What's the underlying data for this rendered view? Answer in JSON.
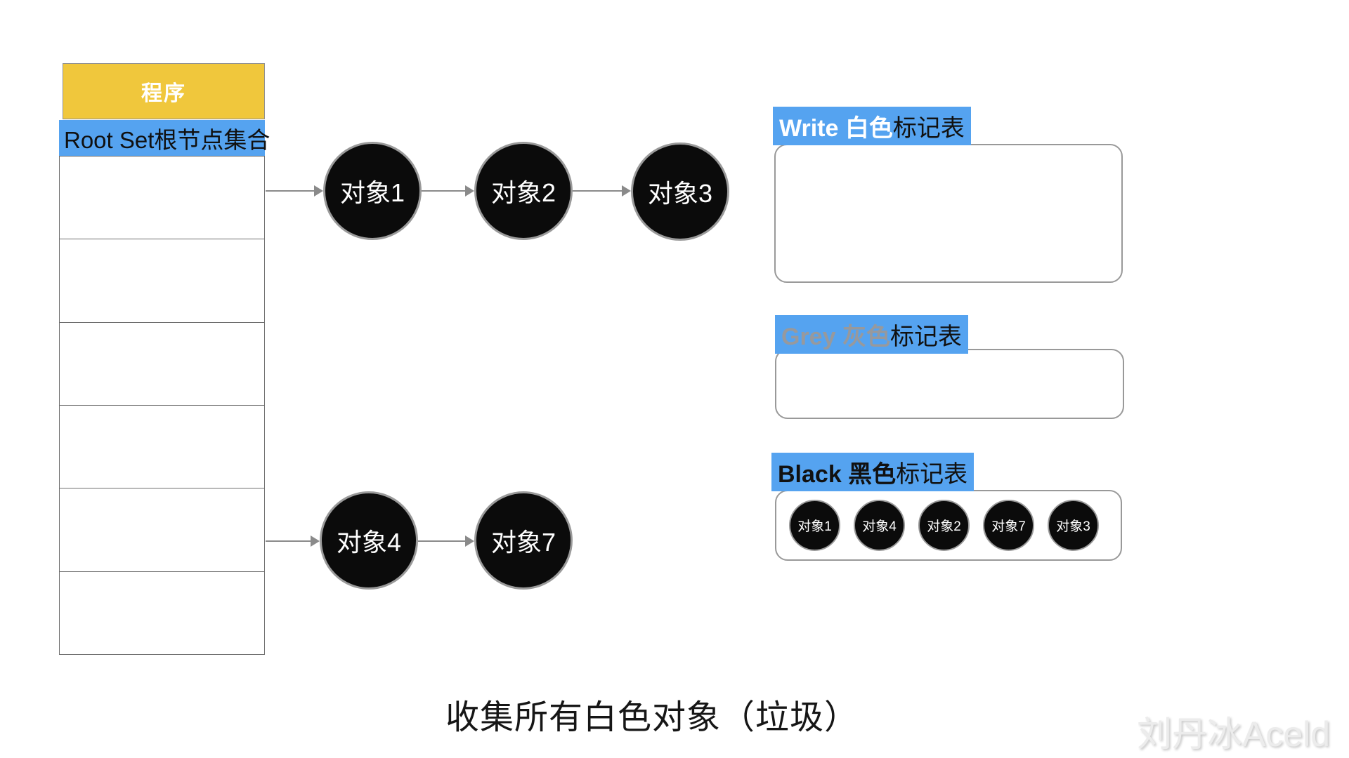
{
  "left_panel": {
    "header": "程序",
    "root_set_label": "Root Set根节点集合",
    "empty_row_count": 6
  },
  "graph": {
    "top_chain": [
      "对象1",
      "对象2",
      "对象3"
    ],
    "bottom_chain": [
      "对象4",
      "对象7"
    ]
  },
  "tables": {
    "white": {
      "label_strong": "Write 白色",
      "label_suffix": "标记表",
      "items": []
    },
    "grey": {
      "label_strong": "Grey 灰色",
      "label_suffix": "标记表",
      "items": []
    },
    "black": {
      "label_strong": "Black 黑色",
      "label_suffix": "标记表",
      "items": [
        "对象1",
        "对象4",
        "对象2",
        "对象7",
        "对象3"
      ]
    }
  },
  "caption": "收集所有白色对象（垃圾）",
  "watermark": "刘丹冰Aceld",
  "colors": {
    "highlight_blue": "#55A3F0",
    "program_yellow": "#F0C73C",
    "object_black": "#0B0B0B",
    "grey_label_text": "#97999D"
  }
}
